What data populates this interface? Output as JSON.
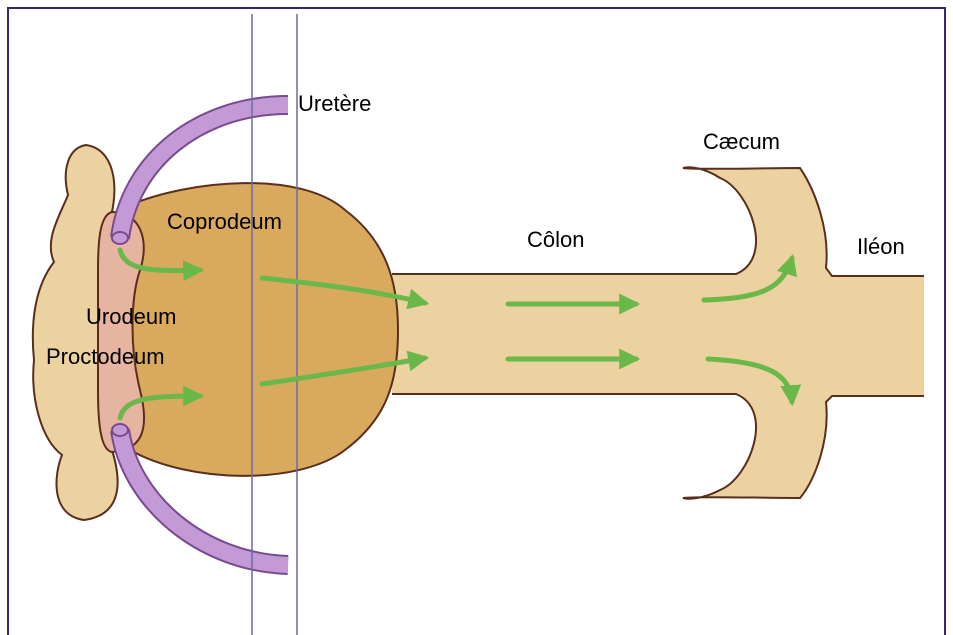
{
  "labels": {
    "uretere": "Uretère",
    "caecum": "Cæcum",
    "coprodeum": "Coprodeum",
    "colon": "Côlon",
    "ileon": "Iléon",
    "urodeum": "Urodeum",
    "proctodeum": "Proctodeum"
  },
  "colors": {
    "frame": "#2e2a7a",
    "guide_line": "#6a6aa8",
    "tissue_light": "#ecd2a0",
    "coprodeum_fill": "#d9aa5e",
    "urodeum_fill": "#e6b4a0",
    "ureter": "#c49ad6",
    "ureter_edge": "#7a4a90",
    "outline": "#5a2e1c",
    "arrow": "#6ab84a"
  }
}
